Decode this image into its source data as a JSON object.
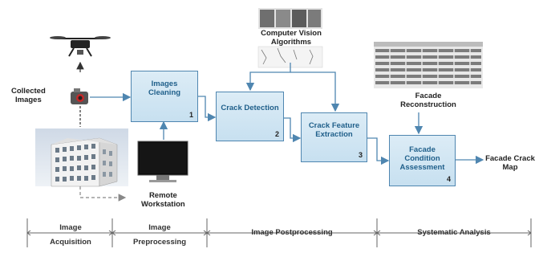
{
  "inputs": {
    "collected_images": [
      "Collected",
      "Images"
    ],
    "remote_workstation": [
      "Remote",
      "Workstation"
    ],
    "cv_algorithms": [
      "Computer Vision",
      "Algorithms"
    ],
    "facade_reconstruction": [
      "Facade",
      "Reconstruction"
    ],
    "output": [
      "Facade Crack",
      "Map"
    ]
  },
  "boxes": {
    "images_cleaning": {
      "lines": [
        "Images",
        "Cleaning"
      ],
      "num": "1"
    },
    "crack_detection": {
      "lines": [
        "Crack Detection"
      ],
      "num": "2"
    },
    "crack_feature_extraction": {
      "lines": [
        "Crack Feature",
        "Extraction"
      ],
      "num": "3"
    },
    "facade_condition_assessment": {
      "lines": [
        "Facade",
        "Condition",
        "Assessment"
      ],
      "num": "4"
    }
  },
  "stages": {
    "acquisition": [
      "Image",
      "Acquisition"
    ],
    "preprocessing": [
      "Image",
      "Preprocessing"
    ],
    "postprocessing": [
      "Image Postprocessing"
    ],
    "analysis": [
      "Systematic Analysis"
    ]
  },
  "colors": {
    "box_fill": "#c7e0f0",
    "box_border": "#4f86b0",
    "arrow": "#4f86b0",
    "box_text": "#1f5f8a"
  }
}
